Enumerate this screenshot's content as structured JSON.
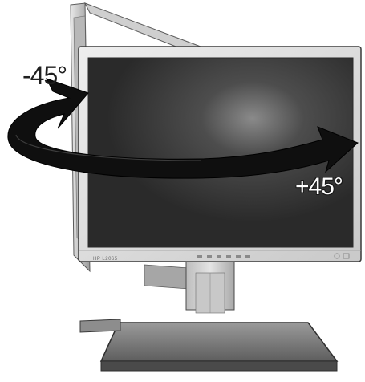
{
  "labels": {
    "left_angle": "-45°",
    "right_angle": "+45°",
    "brand": "HP L2065"
  },
  "icons": {
    "rotation_arrow": "curved-arrow-icon"
  },
  "colors": {
    "screen": "#3a3a3a",
    "bezel": "#d9d9d9",
    "arrow": "#111111",
    "stand": "#7a7a7a"
  }
}
